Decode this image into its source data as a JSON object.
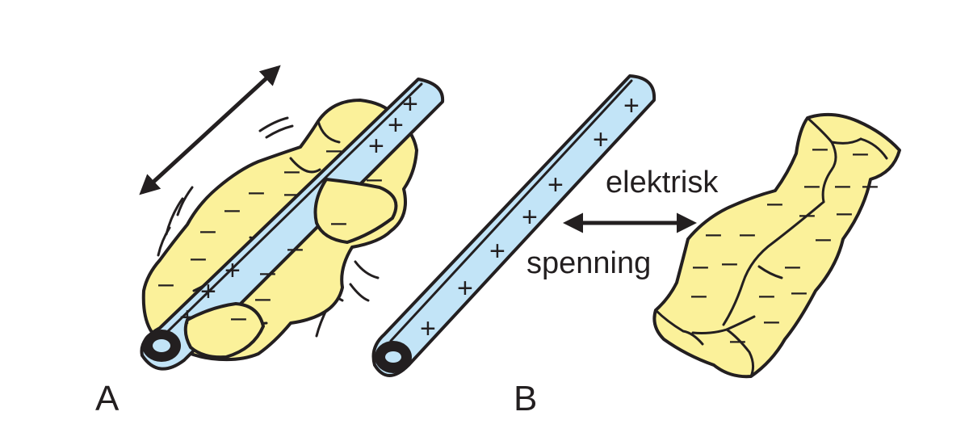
{
  "labels": {
    "a": "A",
    "b": "B",
    "voltage_top": "elektrisk",
    "voltage_bottom": "spenning"
  },
  "symbols": {
    "plus": "+",
    "minus": "–"
  },
  "colors": {
    "cloth": "#fbf19a",
    "rod": "#c2e4f7",
    "outline": "#231f20"
  }
}
